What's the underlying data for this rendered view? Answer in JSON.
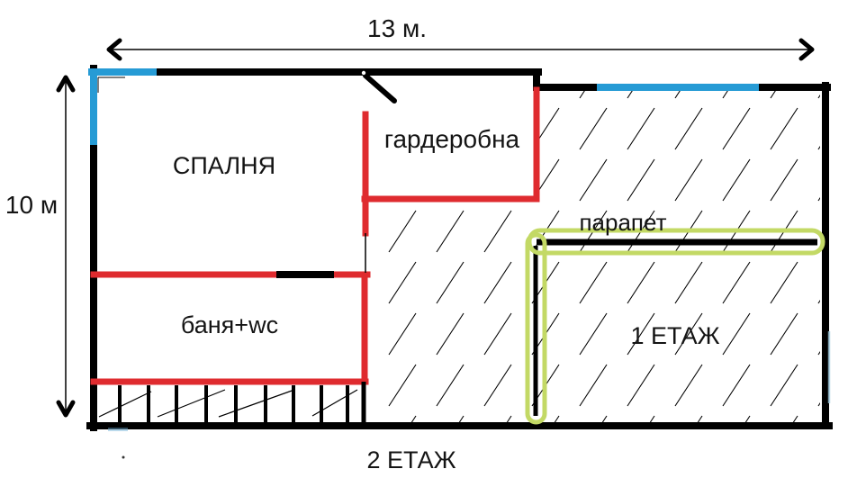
{
  "plan": {
    "width_label": "13 м.",
    "height_label": "10 м",
    "labels": {
      "bedroom": "СПАЛНЯ",
      "wardrobe": "гардеробна",
      "bath": "баня+wc",
      "parapet": "парапет",
      "floor_1": "1 ЕТАЖ",
      "floor_2": "2 ЕТАЖ"
    },
    "colors": {
      "wall": "#000000",
      "partition_red": "#df2b2f",
      "window_blue": "#269bd5",
      "highlight_green": "#c3d965",
      "text": "#141414"
    }
  }
}
